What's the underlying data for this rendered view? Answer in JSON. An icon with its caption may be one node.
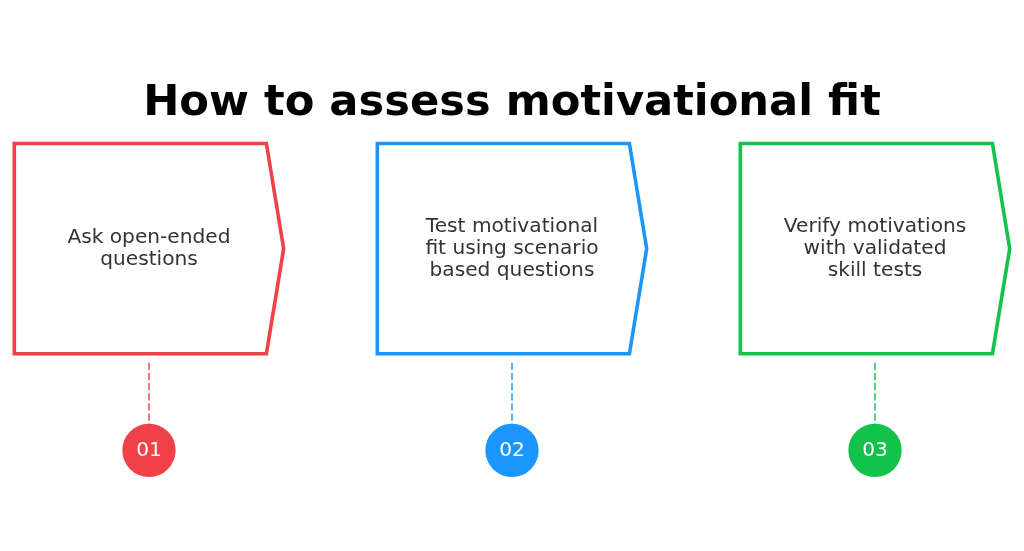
{
  "diagram": {
    "title": "How to assess motivational fit",
    "nodes": [
      {
        "text": [
          "Ask open-ended questions"
        ]
      },
      {
        "text": [
          "Test motivational fit using scenario based questions"
        ]
      },
      {
        "text": [
          "Verify motivations with validated skill tests"
        ]
      },
      {
        "text": [
          "01"
        ]
      },
      {
        "text": [
          "02"
        ]
      },
      {
        "text": [
          "03"
        ]
      }
    ],
    "edges": [
      {
        "from": 0,
        "to": 3,
        "arrow": "none",
        "style": "dashed",
        "color": "#f04148"
      },
      {
        "from": 1,
        "to": 4,
        "arrow": "none",
        "style": "dashed",
        "color": "#1a96fc"
      },
      {
        "from": 2,
        "to": 5,
        "arrow": "none",
        "style": "dashed",
        "color": "#12c24b"
      }
    ]
  }
}
